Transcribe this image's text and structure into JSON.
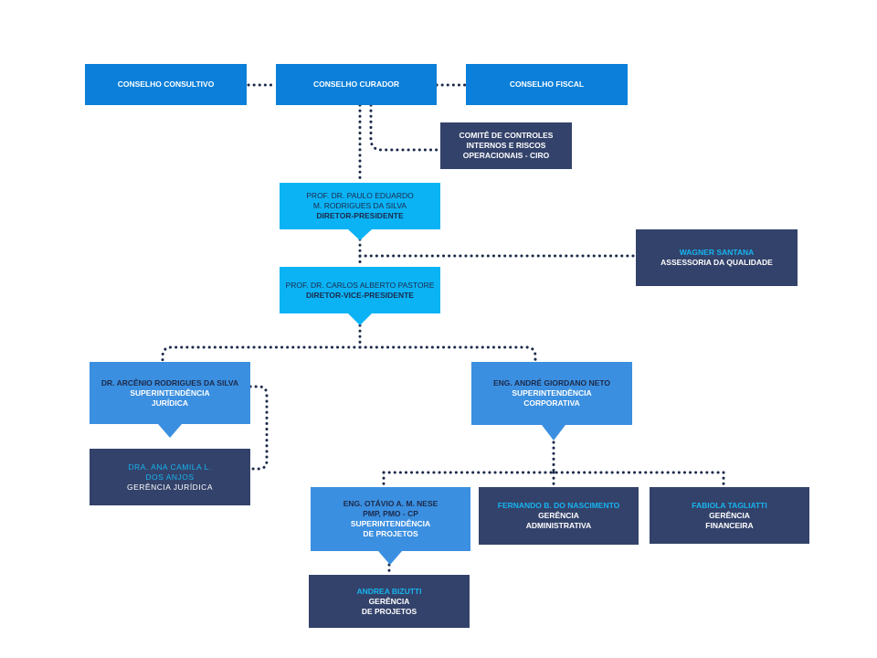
{
  "boxes": {
    "conselho_consultivo": {
      "title": "CONSELHO CONSULTIVO"
    },
    "conselho_curador": {
      "title": "CONSELHO CURADOR"
    },
    "conselho_fiscal": {
      "title": "CONSELHO FISCAL"
    },
    "comite": {
      "line1": "COMITÊ DE CONTROLES",
      "line2": "INTERNOS E RISCOS",
      "line3": "OPERACIONAIS - CIRO"
    },
    "diretor_presidente": {
      "name1": "PROF. DR. PAULO EDUARDO",
      "name2": "M. RODRIGUES DA SILVA",
      "role": "DIRETOR-PRESIDENTE"
    },
    "qualidade": {
      "name": "WAGNER SANTANA",
      "role": "ASSESSORIA DA QUALIDADE"
    },
    "vice_presidente": {
      "name": "PROF. DR. CARLOS ALBERTO PASTORE",
      "role": "DIRETOR-VICE-PRESIDENTE"
    },
    "sup_juridica": {
      "name": "DR. ARCÊNIO RODRIGUES DA SILVA",
      "role1": "SUPERINTENDÊNCIA",
      "role2": "JURÍDICA"
    },
    "ger_juridica": {
      "name1": "DRA. ANA CAMILA L.",
      "name2": "DOS ANJOS",
      "role": "GERÊNCIA JURÍDICA"
    },
    "sup_corporativa": {
      "name": "ENG. ANDRÉ GIORDANO NETO",
      "role1": "SUPERINTENDÊNCIA",
      "role2": "CORPORATIVA"
    },
    "sup_projetos": {
      "name1": "ENG. OTÁVIO A. M. NESE",
      "name2": "PMP, PMO - CP",
      "role1": "SUPERINTENDÊNCIA",
      "role2": "DE PROJETOS"
    },
    "ger_administrativa": {
      "name": "FERNANDO B. DO NASCIMENTO",
      "role1": "GERÊNCIA",
      "role2": "ADMINISTRATIVA"
    },
    "ger_financeira": {
      "name": "FABIOLA TAGLIATTI",
      "role1": "GERÊNCIA",
      "role2": "FINANCEIRA"
    },
    "ger_projetos": {
      "name": "ANDREA BIZUTTI",
      "role1": "GERÊNCIA",
      "role2": "DE PROJETOS"
    }
  },
  "colors": {
    "council_blue": "#0b7fd9",
    "director_cyan": "#0bb3f5",
    "superintendence_blue": "#3b8fe0",
    "management_navy": "#33426a",
    "name_highlight": "#17b4f0",
    "connector": "#1c2a4a"
  }
}
